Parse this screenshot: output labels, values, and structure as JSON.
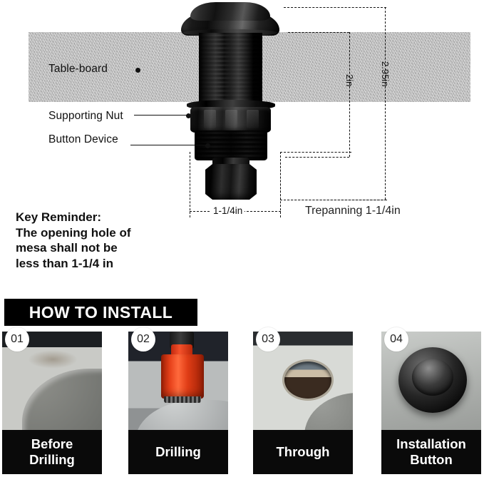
{
  "diagram": {
    "labels": {
      "table_board": "Table-board",
      "supporting_nut": "Supporting Nut",
      "button_device": "Button Device"
    },
    "dimensions": {
      "board_thickness": "2in",
      "total_depth": "2.95in",
      "hole_width": "1-1/4in",
      "trepanning": "Trepanning 1-1/4in"
    }
  },
  "key_reminder": {
    "line1": "Key Reminder:",
    "line2": "The opening hole of",
    "line3": "mesa shall not be",
    "line4": "less than 1-1/4 in"
  },
  "banner": {
    "title": "HOW TO INSTALL"
  },
  "steps": [
    {
      "number": "01",
      "caption_line1": "Before",
      "caption_line2": "Drilling"
    },
    {
      "number": "02",
      "caption_line1": "Drilling",
      "caption_line2": ""
    },
    {
      "number": "03",
      "caption_line1": "Through",
      "caption_line2": ""
    },
    {
      "number": "04",
      "caption_line1": "Installation",
      "caption_line2": "Button"
    }
  ],
  "colors": {
    "board_gray": "#bcbcbc",
    "banner_black": "#000000",
    "caption_black": "#0a0a0a",
    "drill_red": "#e8431c",
    "text_black": "#111111"
  }
}
